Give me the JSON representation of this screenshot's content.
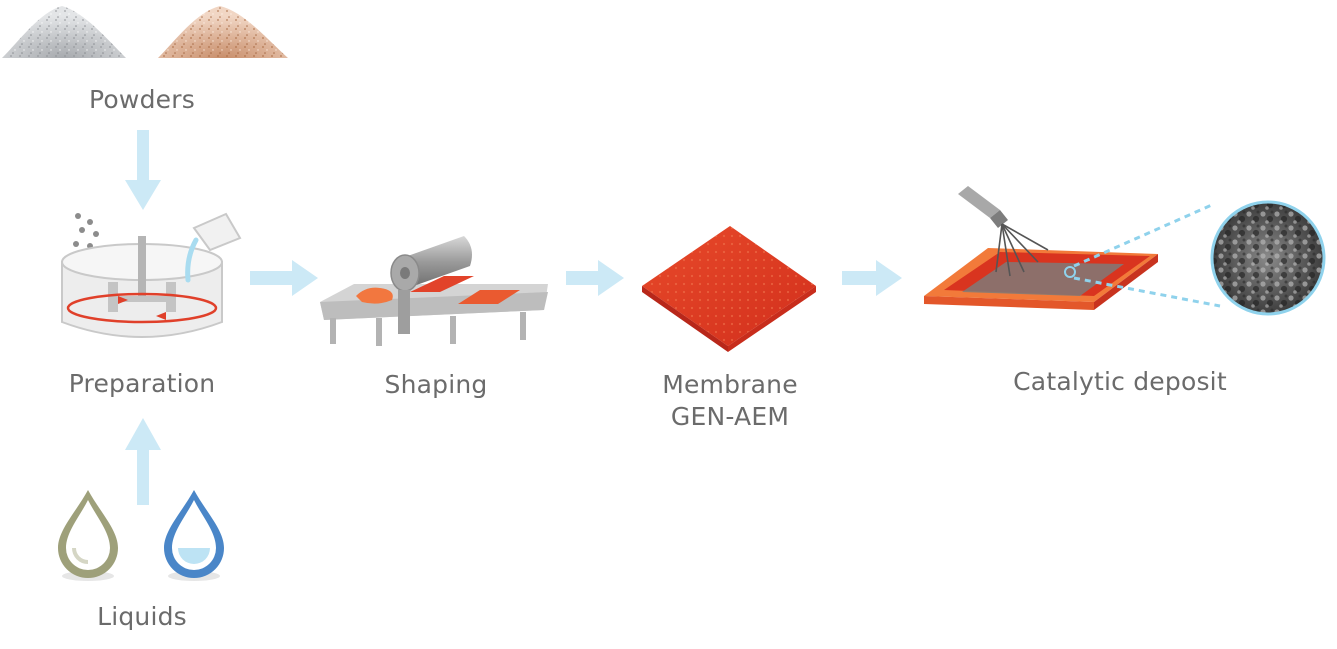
{
  "labels": {
    "powders": "Powders",
    "preparation": "Preparation",
    "liquids": "Liquids",
    "shaping": "Shaping",
    "membrane_line1": "Membrane",
    "membrane_line2": "GEN-AEM",
    "catalytic_deposit": "Catalytic deposit"
  },
  "colors": {
    "arrow": "#cce9f6",
    "text": "#6b6b6b",
    "membrane_red": "#d9341f",
    "membrane_orange": "#f0632e",
    "powder_gray": "#b9bcc0",
    "powder_tan": "#d9a88a",
    "liquid_olive": "#9ea07a",
    "liquid_blue": "#4a86c8",
    "zoom_line": "#8fd2ec"
  },
  "icons": [
    "powder-piles-icon",
    "mixing-tank-icon",
    "liquid-drops-icon",
    "roller-press-icon",
    "membrane-sheet-icon",
    "spray-deposit-icon",
    "microscope-zoom-icon"
  ]
}
